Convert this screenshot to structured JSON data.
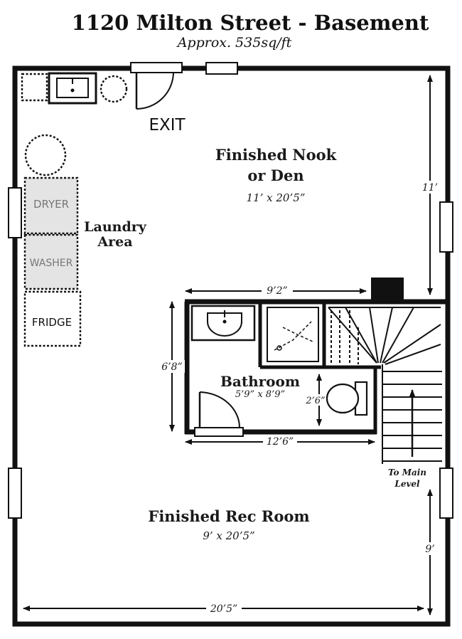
{
  "header": {
    "title": "1120 Milton Street - Basement",
    "subtitle": "Approx. 535sq/ft"
  },
  "rooms": {
    "nook_line1": "Finished Nook",
    "nook_line2": "or Den",
    "nook_dims": "11’ x 20’5”",
    "laundry_line1": "Laundry",
    "laundry_line2": "Area",
    "bathroom": "Bathroom",
    "bathroom_dims": "5’9” x 8’9”",
    "rec": "Finished Rec Room",
    "rec_dims": "9’ x 20’5”"
  },
  "labels": {
    "exit": "EXIT",
    "dryer": "DRYER",
    "washer": "WASHER",
    "fridge": "FRIDGE",
    "stairs_line1": "To Main",
    "stairs_line2": "Level"
  },
  "dimensions": {
    "nook_height": "11’",
    "bath_top_width": "9’2”",
    "bath_height": "6’8”",
    "toilet_clearance": "2’6”",
    "bath_bottom_width": "12’6”",
    "rec_height": "9’",
    "total_width": "20’5”"
  }
}
